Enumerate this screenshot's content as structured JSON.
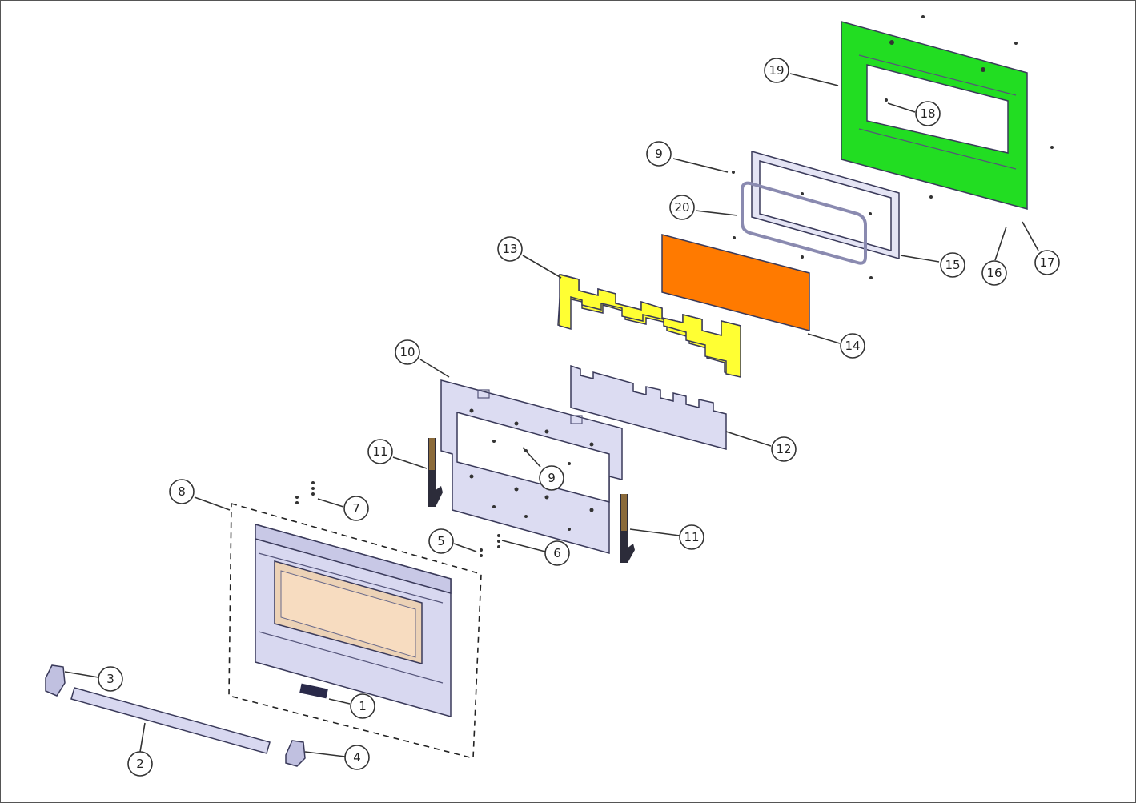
{
  "callouts": [
    {
      "id": "c1",
      "label": "1"
    },
    {
      "id": "c2",
      "label": "2"
    },
    {
      "id": "c3",
      "label": "3"
    },
    {
      "id": "c4",
      "label": "4"
    },
    {
      "id": "c5",
      "label": "5"
    },
    {
      "id": "c6",
      "label": "6"
    },
    {
      "id": "c7",
      "label": "7"
    },
    {
      "id": "c8",
      "label": "8"
    },
    {
      "id": "c9a",
      "label": "9"
    },
    {
      "id": "c9b",
      "label": "9"
    },
    {
      "id": "c10",
      "label": "10"
    },
    {
      "id": "c11a",
      "label": "11"
    },
    {
      "id": "c11b",
      "label": "11"
    },
    {
      "id": "c12",
      "label": "12"
    },
    {
      "id": "c13",
      "label": "13"
    },
    {
      "id": "c14",
      "label": "14"
    },
    {
      "id": "c15",
      "label": "15"
    },
    {
      "id": "c16",
      "label": "16"
    },
    {
      "id": "c17",
      "label": "17"
    },
    {
      "id": "c18",
      "label": "18"
    },
    {
      "id": "c19",
      "label": "19"
    },
    {
      "id": "c20",
      "label": "20"
    }
  ],
  "colors": {
    "inner_panel": "#22dd22",
    "insulation_orange": "#ff7a00",
    "insulation_yellow": "#ffff33",
    "metal_part": "#d8d8f0",
    "glass": "#f7dcc0"
  }
}
